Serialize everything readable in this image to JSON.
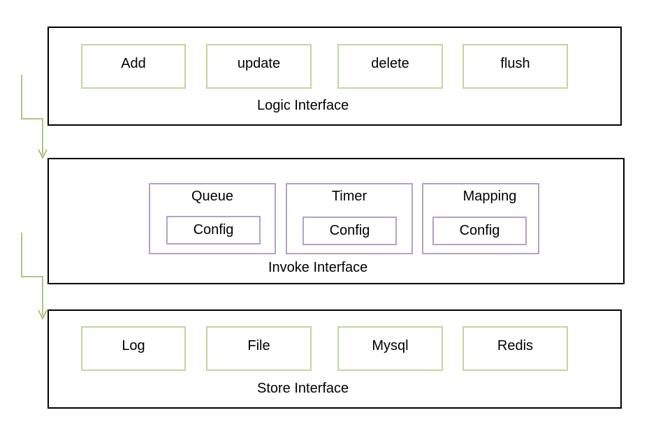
{
  "logic_layer": {
    "label": "Logic Interface",
    "items": [
      "Add",
      "update",
      "delete",
      "flush"
    ]
  },
  "invoke_layer": {
    "label": "Invoke Interface",
    "modules": [
      {
        "title": "Queue",
        "config": "Config"
      },
      {
        "title": "Timer",
        "config": "Config"
      },
      {
        "title": "Mapping",
        "config": "Config"
      }
    ]
  },
  "store_layer": {
    "label": "Store Interface",
    "items": [
      "Log",
      "File",
      "Mysql",
      "Redis"
    ]
  },
  "colors": {
    "layer_border": "#000000",
    "item_border": "#c3d69b",
    "module_border": "#b3a2c7",
    "arrow": "#8fb55a"
  }
}
